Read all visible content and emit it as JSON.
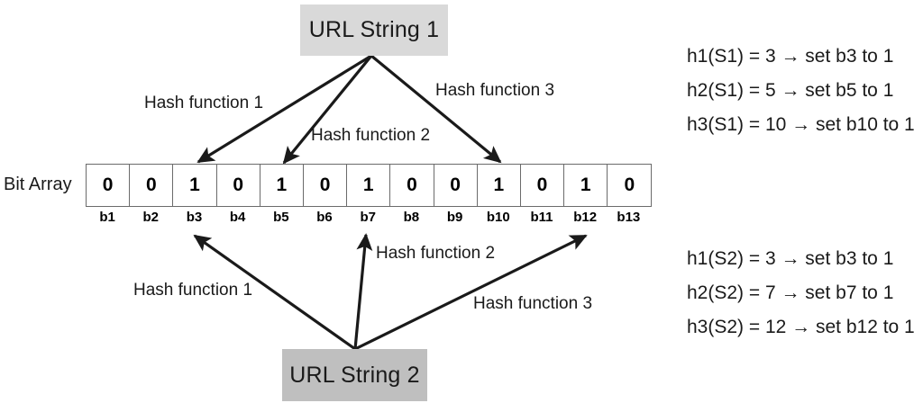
{
  "diagram": {
    "title": "Bloom filter bit array with three hash functions",
    "colors": {
      "node_top_fill": "#d9d9d9",
      "node_bottom_fill": "#bfbfbf",
      "cell_border": "#6b6b6b",
      "arrow": "#1a1a1a",
      "text": "#1a1a1a",
      "background": "#ffffff"
    }
  },
  "nodes": {
    "url_string_1": "URL String 1",
    "url_string_2": "URL String 2"
  },
  "bit_array": {
    "label": "Bit Array",
    "values": [
      "0",
      "0",
      "1",
      "0",
      "1",
      "0",
      "1",
      "0",
      "0",
      "1",
      "0",
      "1",
      "0"
    ],
    "indices": [
      "b1",
      "b2",
      "b3",
      "b4",
      "b5",
      "b6",
      "b7",
      "b8",
      "b9",
      "b10",
      "b11",
      "b12",
      "b13"
    ]
  },
  "edge_labels": {
    "top": [
      {
        "text": "Hash function 1"
      },
      {
        "text": "Hash function 2"
      },
      {
        "text": "Hash function 3"
      }
    ],
    "bottom": [
      {
        "text": "Hash function 1"
      },
      {
        "text": "Hash function 2"
      },
      {
        "text": "Hash function 3"
      }
    ]
  },
  "formulas": {
    "s1": [
      "h1(S1) = 3 → set b3 to 1",
      "h2(S1) = 5 → set b5 to 1",
      "h3(S1) = 10 → set b10 to 1"
    ],
    "s2": [
      "h1(S2) = 3 → set b3 to 1",
      "h2(S2) = 7 → set b7 to 1",
      "h3(S2) = 12 → set b12 to 1"
    ]
  }
}
